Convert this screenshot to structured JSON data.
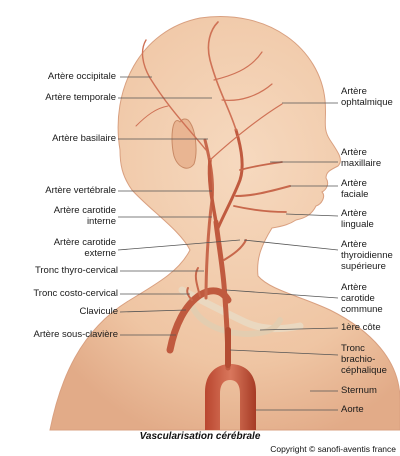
{
  "labels_left": [
    {
      "id": "occipitale",
      "text": "Artère occipitale"
    },
    {
      "id": "temporale",
      "text": "Artère temporale"
    },
    {
      "id": "basilaire",
      "text": "Artère basilaire"
    },
    {
      "id": "vertebrale",
      "text": "Artère vertébrale"
    },
    {
      "id": "carotide-interne",
      "line1": "Artère carotide",
      "line2": "interne"
    },
    {
      "id": "carotide-externe",
      "line1": "Artère carotide",
      "line2": "externe"
    },
    {
      "id": "thyro-cervical",
      "text": "Tronc thyro-cervical"
    },
    {
      "id": "costo-cervical",
      "text": "Tronc costo-cervical"
    },
    {
      "id": "clavicule",
      "text": "Clavicule"
    },
    {
      "id": "sous-claviere",
      "text": "Artère sous-clavière"
    }
  ],
  "labels_right": [
    {
      "id": "ophtalmique",
      "line1": "Artère",
      "line2": "ophtalmique"
    },
    {
      "id": "maxillaire",
      "line1": "Artère",
      "line2": "maxillaire"
    },
    {
      "id": "faciale",
      "line1": "Artère",
      "line2": "faciale"
    },
    {
      "id": "linguale",
      "line1": "Artère",
      "line2": "linguale"
    },
    {
      "id": "thyroidienne",
      "line1": "Artère",
      "line2": "thyroidienne",
      "line3": "supérieure"
    },
    {
      "id": "carotide-commune",
      "line1": "Artère",
      "line2": "carotide",
      "line3": "commune"
    },
    {
      "id": "cote",
      "text": "1ère côte"
    },
    {
      "id": "tronc-brachio",
      "line1": "Tronc",
      "line2": "brachio-",
      "line3": "céphalique"
    },
    {
      "id": "sternum",
      "text": "Sternum"
    },
    {
      "id": "aorte",
      "text": "Aorte"
    }
  ],
  "caption": "Vascularisation cérébrale",
  "copyright": "Copyright © sanofi-aventis france",
  "colors": {
    "skin": "#f0c9a8",
    "skin_dark": "#d99f7d",
    "vessel": "#c05a3f",
    "vessel_light": "#d9826a",
    "leader": "#555555"
  }
}
